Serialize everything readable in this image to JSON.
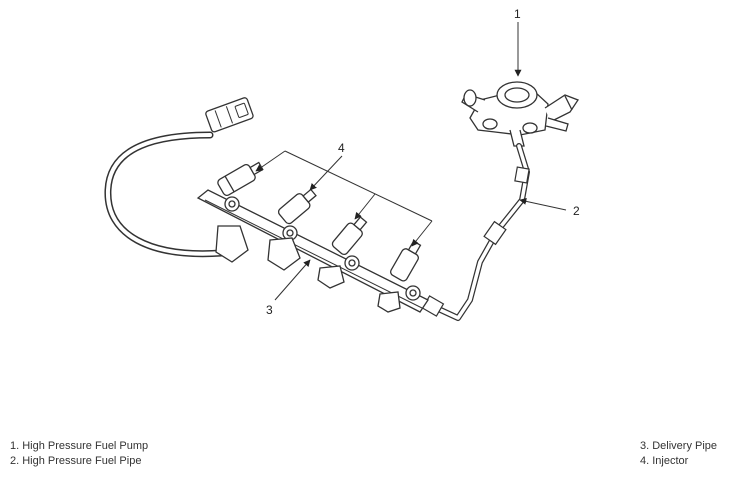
{
  "callouts": [
    "1",
    "2",
    "3",
    "4"
  ],
  "legend": {
    "left": [
      "1. High Pressure Fuel Pump",
      "2. High Pressure Fuel Pipe"
    ],
    "right": [
      "3. Delivery Pipe",
      "4. Injector"
    ]
  }
}
